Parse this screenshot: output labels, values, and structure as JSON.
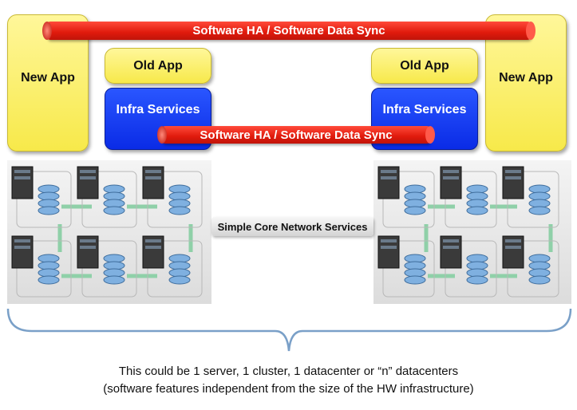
{
  "left_site": {
    "new_app_label": "New App",
    "old_app_label": "Old App",
    "infra_services_label": "Infra Services"
  },
  "right_site": {
    "new_app_label": "New App",
    "old_app_label": "Old App",
    "infra_services_label": "Infra Services"
  },
  "top_sync_bar_label": "Software HA / Software Data Sync",
  "infra_sync_bar_label": "Software HA / Software Data Sync",
  "network_label": "Simple Core Network Services",
  "caption": {
    "line1": "This could be 1 server, 1 cluster, 1 datacenter or “n” datacenters",
    "line2": "(software features independent from the size of the HW infrastructure)"
  },
  "colors": {
    "app_yellow": "#f7e94a",
    "infra_blue": "#0a2be6",
    "sync_red": "#e01a0c",
    "link_green": "#8fd0a8",
    "brace_blue": "#7aa0c8"
  },
  "icons": {
    "server": "server-rack-icon",
    "storage": "database-stack-icon"
  }
}
